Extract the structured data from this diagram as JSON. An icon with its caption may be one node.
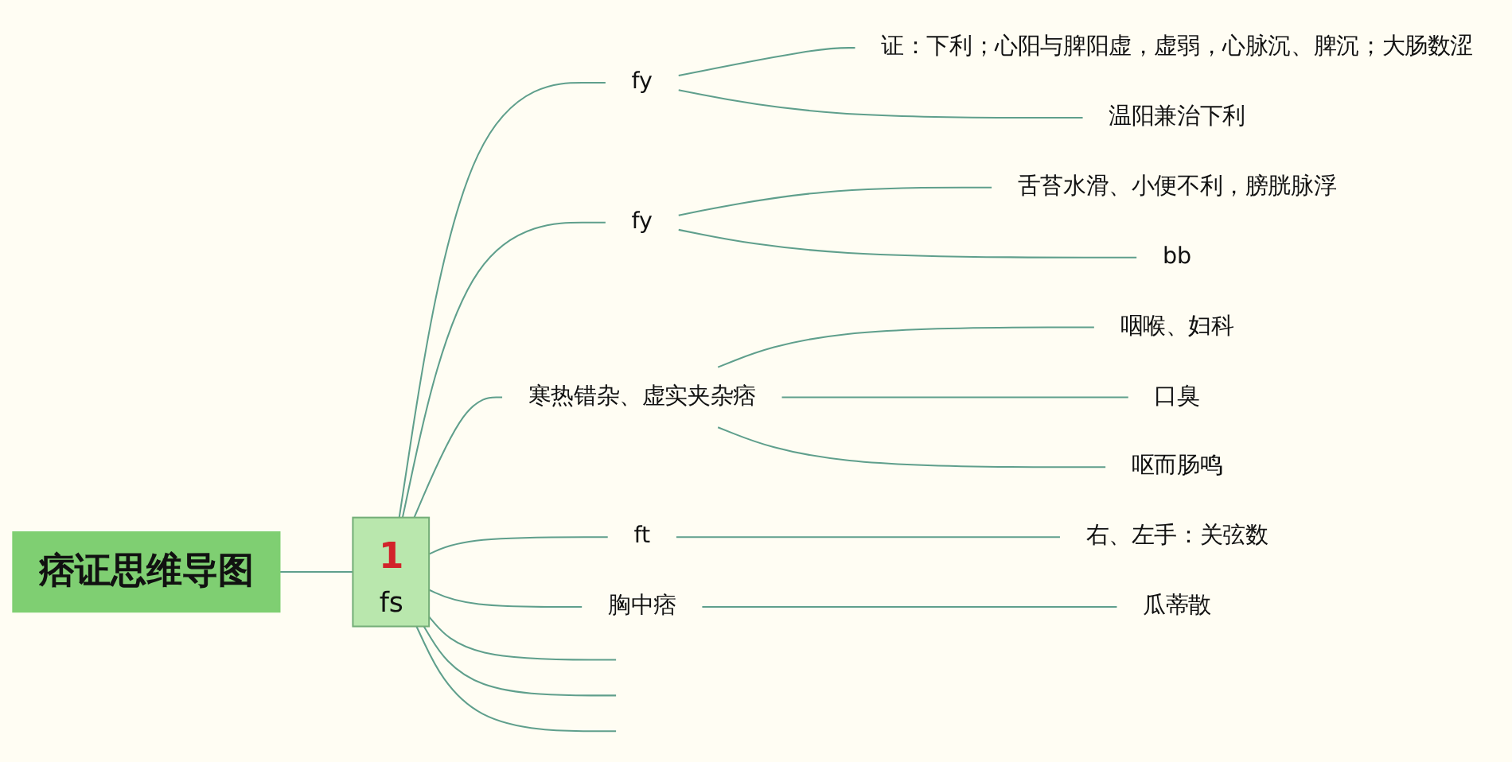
{
  "diagram": {
    "nodes": [
      {
        "text": [
          "痞证思维导图"
        ]
      },
      {
        "text": [
          "1",
          "fs"
        ]
      },
      {
        "text": [
          "fy"
        ]
      },
      {
        "text": [
          "证：下利；心阳与脾阳虚，虚弱，心脉沉、脾沉；大肠数涩"
        ]
      },
      {
        "text": [
          "温阳兼治下利"
        ]
      },
      {
        "text": [
          "fy"
        ]
      },
      {
        "text": [
          "舌苔水滑、小便不利，膀胱脉浮"
        ]
      },
      {
        "text": [
          "bb"
        ]
      },
      {
        "text": [
          "寒热错杂、虚实夹杂痞"
        ]
      },
      {
        "text": [
          "咽喉、妇科"
        ]
      },
      {
        "text": [
          "口臭"
        ]
      },
      {
        "text": [
          "呕而肠鸣"
        ]
      },
      {
        "text": [
          "ft"
        ]
      },
      {
        "text": [
          "右、左手：关弦数"
        ]
      },
      {
        "text": [
          "胸中痞"
        ]
      },
      {
        "text": [
          "瓜蒂散"
        ]
      }
    ],
    "edges": [
      {
        "from": 0,
        "to": 1,
        "arrow": "none"
      },
      {
        "from": 1,
        "to": 2,
        "arrow": "none"
      },
      {
        "from": 2,
        "to": 3,
        "arrow": "none"
      },
      {
        "from": 2,
        "to": 4,
        "arrow": "none"
      },
      {
        "from": 1,
        "to": 5,
        "arrow": "none"
      },
      {
        "from": 5,
        "to": 6,
        "arrow": "none"
      },
      {
        "from": 5,
        "to": 7,
        "arrow": "none"
      },
      {
        "from": 1,
        "to": 8,
        "arrow": "none"
      },
      {
        "from": 8,
        "to": 9,
        "arrow": "none"
      },
      {
        "from": 8,
        "to": 10,
        "arrow": "none"
      },
      {
        "from": 8,
        "to": 11,
        "arrow": "none"
      },
      {
        "from": 1,
        "to": 12,
        "arrow": "none"
      },
      {
        "from": 12,
        "to": 13,
        "arrow": "none"
      },
      {
        "from": 1,
        "to": 14,
        "arrow": "none"
      },
      {
        "from": 14,
        "to": 15,
        "arrow": "none"
      },
      {
        "from": 1,
        "to": null,
        "arrow": "none"
      },
      {
        "from": 1,
        "to": null,
        "arrow": "none"
      },
      {
        "from": 1,
        "to": null,
        "arrow": "none"
      }
    ]
  }
}
